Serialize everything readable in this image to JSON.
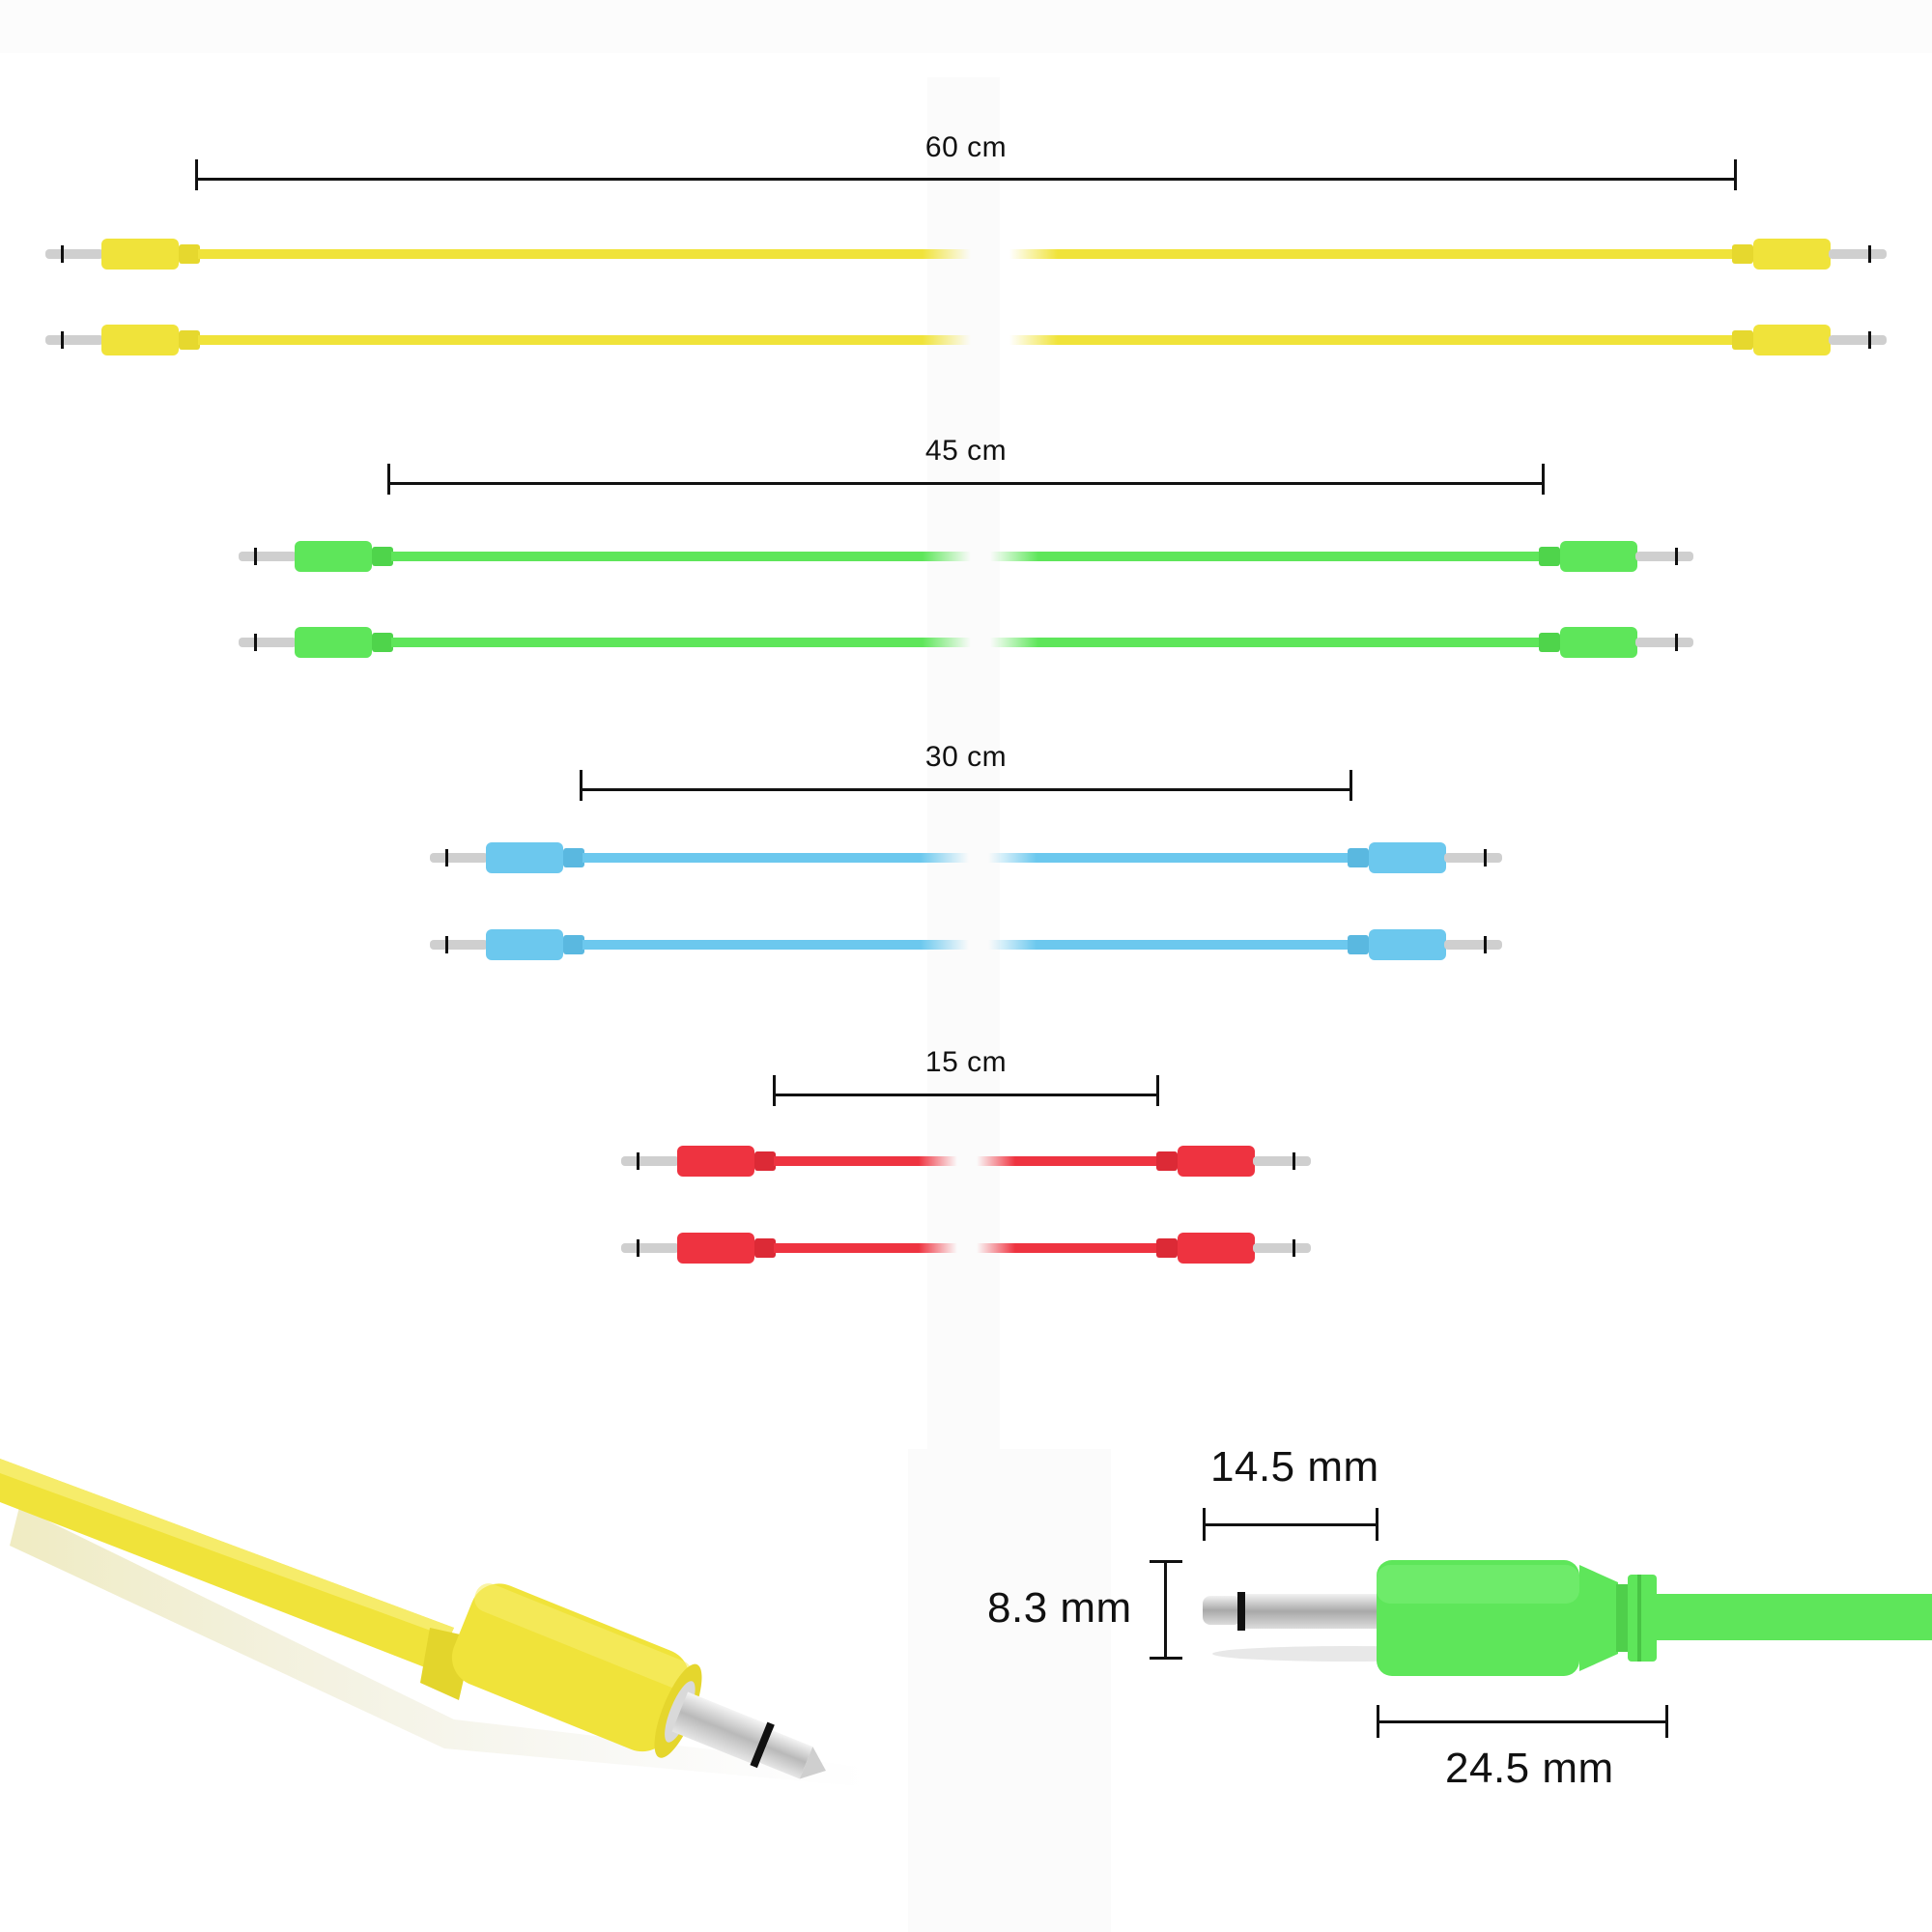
{
  "title": "Patch cable lengths and jack dimensions",
  "colors": {
    "yellow": "#f0e33a",
    "green": "#5ee65a",
    "blue": "#6cc8ee",
    "red": "#ee3340",
    "metal": "#c9c9c9",
    "dimension_line": "#111111",
    "background": "#ffffff"
  },
  "cable_groups": [
    {
      "label": "60 cm",
      "length_cm": 60,
      "color": "yellow",
      "count": 2
    },
    {
      "label": "45 cm",
      "length_cm": 45,
      "color": "green",
      "count": 2
    },
    {
      "label": "30 cm",
      "length_cm": 30,
      "color": "blue",
      "count": 2
    },
    {
      "label": "15 cm",
      "length_cm": 15,
      "color": "red",
      "count": 2
    }
  ],
  "jack_dimensions": {
    "plug_length": "14.5 mm",
    "diameter": "8.3 mm",
    "housing_length": "24.5 mm"
  },
  "closeup": {
    "description": "yellow cable 3.5 mm mono jack close-up"
  }
}
